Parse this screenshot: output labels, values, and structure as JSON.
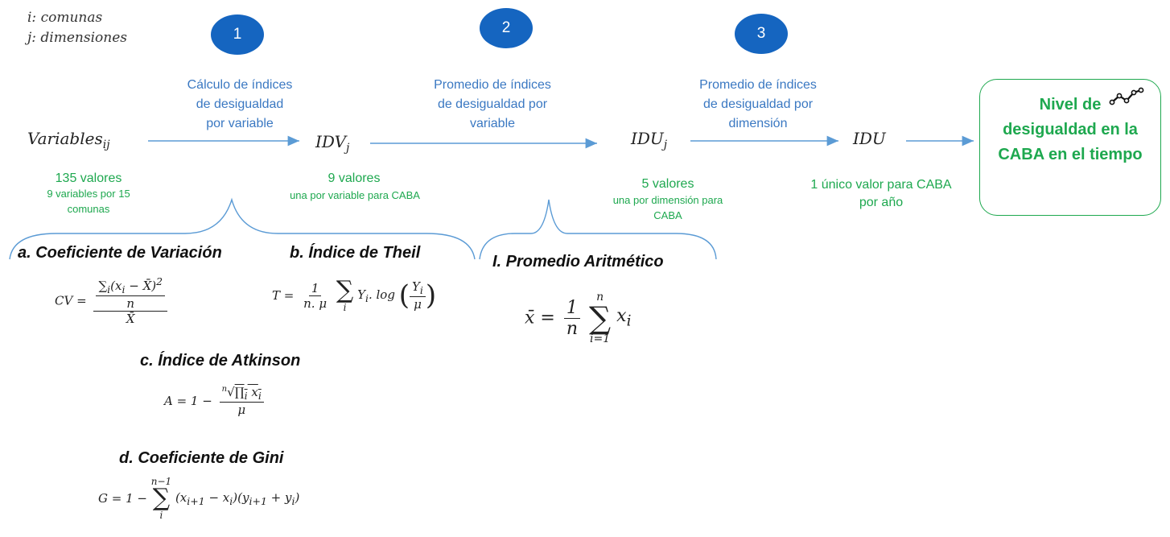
{
  "legend": {
    "i": "i: comunas",
    "j": "j: dimensiones"
  },
  "steps": [
    {
      "number": "1",
      "label": [
        "Cálculo de índices",
        "de desigualdad",
        "por variable"
      ]
    },
    {
      "number": "2",
      "label": [
        "Promedio de índices",
        "de desigualdad por",
        "variable"
      ]
    },
    {
      "number": "3",
      "label": [
        "Promedio de índices",
        "de desigualdad por",
        "dimensión"
      ]
    }
  ],
  "nodes": {
    "variables": {
      "base": "Variables",
      "sub": "ij"
    },
    "idv": {
      "base": "IDV",
      "sub": "j"
    },
    "idu_j": {
      "base": "IDU",
      "sub": "j"
    },
    "idu": {
      "base": "IDU"
    }
  },
  "counts": [
    {
      "main": "135 valores",
      "sub": [
        "9 variables por 15",
        "comunas"
      ]
    },
    {
      "main": "9 valores",
      "sub": [
        "una por variable para CABA"
      ]
    },
    {
      "main": "5 valores",
      "sub": [
        "una por dimensión para",
        "CABA"
      ]
    },
    {
      "main": "1 único valor para CABA",
      "main2": "por año"
    }
  ],
  "result": {
    "lines": [
      "Nivel de",
      "desigualdad en la",
      "CABA en el tiempo"
    ],
    "icon": "trend-line-icon"
  },
  "methods": {
    "a": {
      "title": "a. Coeficiente de Variación"
    },
    "b": {
      "title": "b. Índice de Theil"
    },
    "c": {
      "title": "c. Índice de Atkinson"
    },
    "d": {
      "title": "d. Coeficiente de Gini"
    },
    "I": {
      "title": "I. Promedio Aritmético"
    }
  },
  "colors": {
    "step_circle": "#1565c0",
    "step_text": "#3a78c2",
    "green": "#1ea84f",
    "arrow": "#5b9bd5"
  }
}
